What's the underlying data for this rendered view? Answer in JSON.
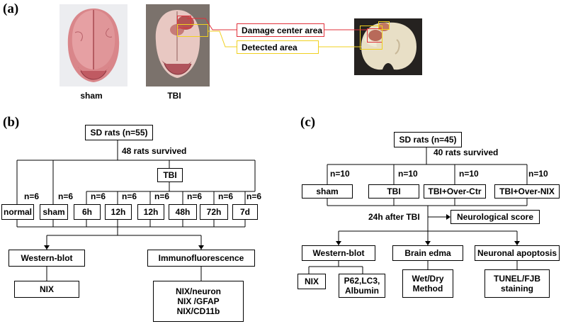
{
  "panel_a": {
    "label": "(a)",
    "captions": {
      "sham": "sham",
      "tbi": "TBI"
    },
    "callouts": {
      "damage_center": "Damage center area",
      "detected": "Detected area"
    },
    "colors": {
      "damage": "#e0303a",
      "detected": "#f0d020"
    }
  },
  "panel_b": {
    "label": "(b)",
    "root": "SD rats (n=55)",
    "survived": "48 rats survived",
    "tbi": "TBI",
    "groups": [
      "normal",
      "sham",
      "6h",
      "12h",
      "12h",
      "48h",
      "72h",
      "7d"
    ],
    "counts": [
      "n=6",
      "n=6",
      "n=6",
      "n=6",
      "n=6",
      "n=6",
      "n=6",
      "n=6"
    ],
    "western_blot": "Western-blot",
    "immunofluorescence": "Immunofluorescence",
    "wb_target": "NIX",
    "if_targets": [
      "NIX/neuron",
      "NIX /GFAP",
      "NIX/CD11b"
    ]
  },
  "panel_c": {
    "label": "(c)",
    "root": "SD rats (n=45)",
    "survived": "40 rats survived",
    "groups": [
      "sham",
      "TBI",
      "TBI+Over-Ctr",
      "TBI+Over-NIX"
    ],
    "counts": [
      "n=10",
      "n=10",
      "n=10",
      "n=10"
    ],
    "after": "24h after TBI",
    "neuro_score": "Neurological score",
    "western_blot": "Western-blot",
    "brain_edema": "Brain edma",
    "apoptosis": "Neuronal apoptosis",
    "wb_targets": [
      "NIX",
      "P62,LC3,\nAlbumin"
    ],
    "edema_method": "Wet/Dry\nMethod",
    "apoptosis_method": "TUNEL/FJB\nstaining"
  }
}
